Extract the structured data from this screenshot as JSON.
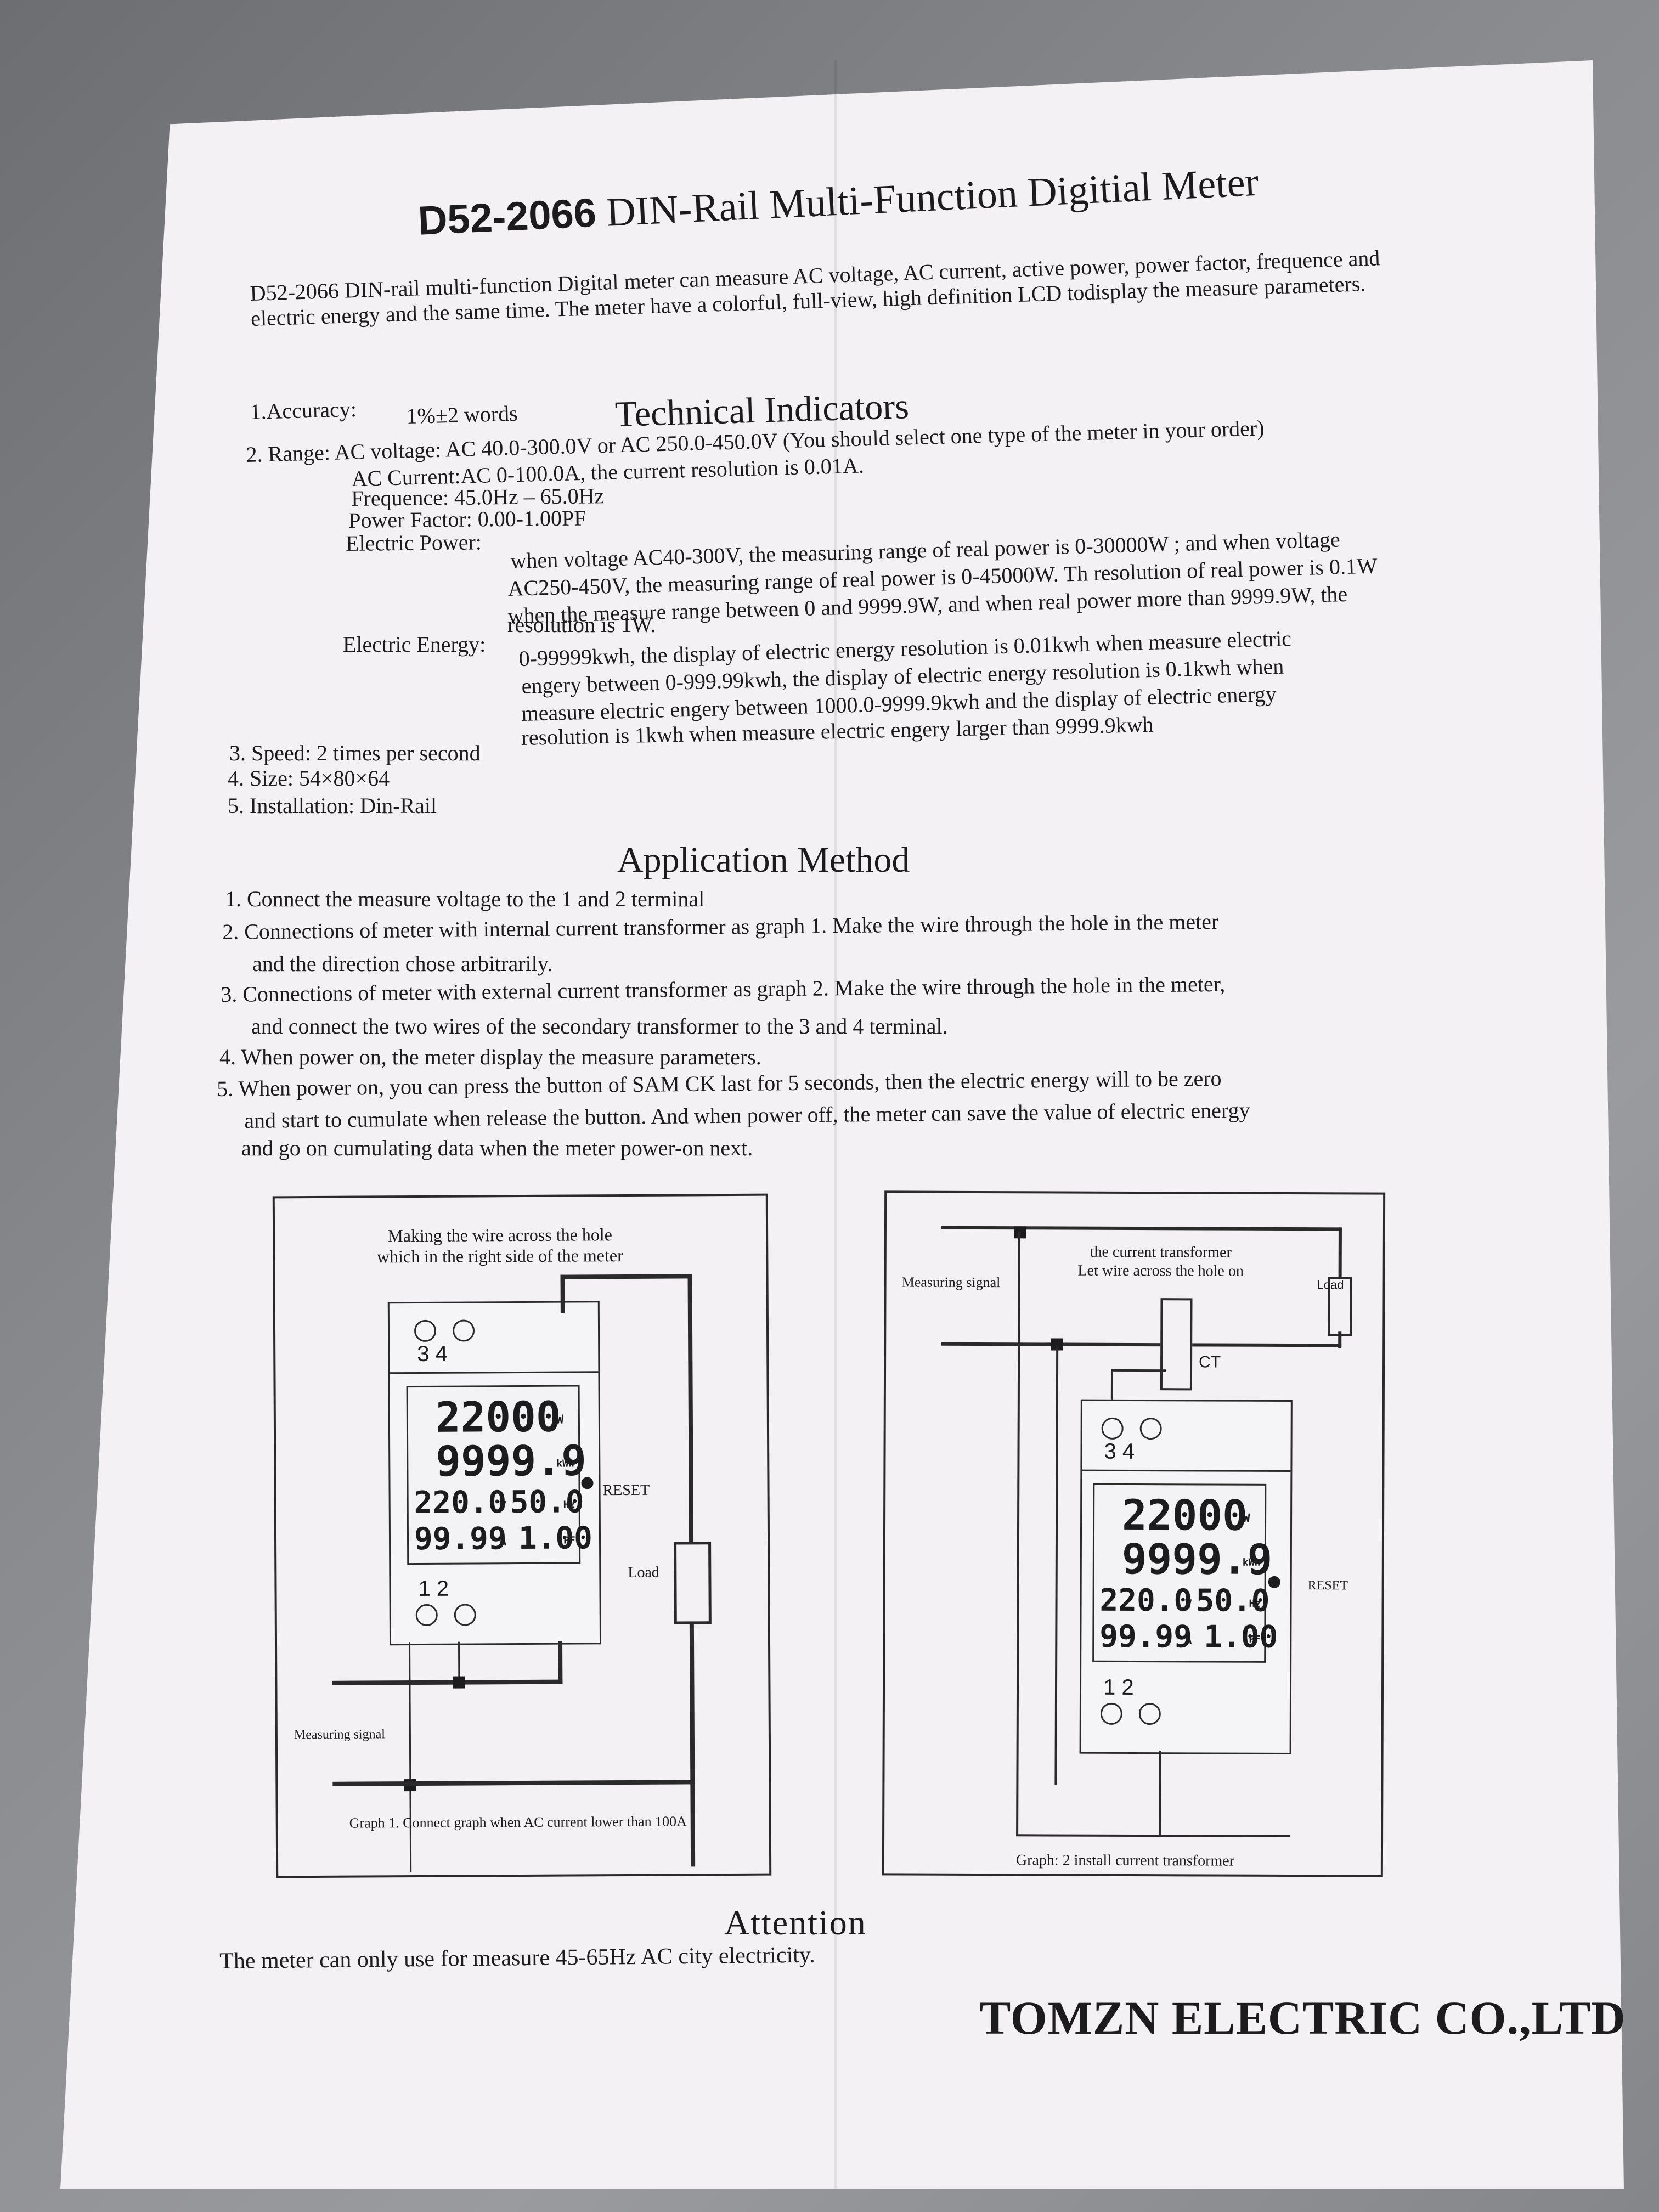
{
  "doc": {
    "title_model": "D52-2066",
    "title_rest": " DIN-Rail Multi-Function Digitial Meter",
    "intro": "D52-2066 DIN-rail multi-function Digital meter can measure AC voltage, AC current, active power, power factor, frequence and electric energy and the same time. The meter have a colorful, full-view, high definition LCD todisplay the measure parameters.",
    "tech_heading": "Technical Indicators",
    "accuracy_label": "1.Accuracy:",
    "accuracy_value": "1%±2 words",
    "range_line": "2. Range: AC voltage: AC 40.0-300.0V or AC 250.0-450.0V (You should select one type of the meter in your order)",
    "ac_current": "AC Current:AC 0-100.0A, the current resolution is 0.01A.",
    "frequence": "Frequence: 45.0Hz – 65.0Hz",
    "power_factor": "Power Factor: 0.00-1.00PF",
    "electric_power_label": "Electric Power:",
    "electric_power_lines": [
      "when voltage AC40-300V, the measuring range of real power is 0-30000W ; and when voltage",
      "AC250-450V, the measuring range of real power is 0-45000W.  Th resolution of real power is 0.1W",
      "when the measure range between 0 and 9999.9W, and when real power more than 9999.9W, the",
      "resolution is 1W."
    ],
    "electric_energy_label": "Electric Energy:",
    "electric_energy_lines": [
      "0-99999kwh, the display of electric energy resolution is 0.01kwh when measure electric",
      "engery between 0-999.99kwh, the display of electric energy resolution is 0.1kwh when",
      "measure electric engery between 1000.0-9999.9kwh and the display of electric energy",
      "resolution is 1kwh when measure electric engery larger than 9999.9kwh"
    ],
    "speed": "3. Speed: 2 times per second",
    "size": "4. Size: 54×80×64",
    "installation": "5. Installation: Din-Rail",
    "app_heading": "Application Method",
    "app_items": [
      "1. Connect the measure voltage to the 1 and 2 terminal",
      "2. Connections of meter with internal current transformer as graph 1. Make the wire through the hole in the meter",
      "and the direction chose arbitrarily.",
      "3. Connections of meter with external current transformer as graph 2. Make the wire through the hole in the meter,",
      "and connect the two wires of the secondary transformer to the 3 and 4 terminal.",
      "4. When power on, the meter display the measure parameters.",
      "5. When power on, you can press the button of SAM CK last for 5 seconds, then the electric energy will to be zero",
      "and start to cumulate when release the button. And when power off, the meter can save the value of electric energy",
      "and go on cumulating data when the meter power-on next."
    ],
    "attention_heading": "Attention",
    "attention_text": "The meter can only use for measure 45-65Hz AC city electricity.",
    "company": "TOMZN ELECTRIC CO.,LTD"
  },
  "fig1": {
    "note_line1": "Making the wire across the hole",
    "note_line2": "which in the right side of the meter",
    "term_top": "3   4",
    "term_bottom": "1   2",
    "lcd_power": "22000",
    "lcd_power_unit": "W",
    "lcd_energy": "9999.9",
    "lcd_energy_unit": "kWh",
    "lcd_voltage": "220.0",
    "lcd_v_unit": "V",
    "lcd_freq": "50.0",
    "lcd_hz_unit": "Hz",
    "lcd_current": "99.99",
    "lcd_a_unit": "A",
    "lcd_pf": "1.00",
    "lcd_pf_unit": "PF",
    "reset": "RESET",
    "load": "Load",
    "measuring_signal": "Measuring signal",
    "caption": "Graph 1. Connect graph when AC current lower than 100A"
  },
  "fig2": {
    "measuring_signal": "Measuring signal",
    "ct_note_line1": "the current transformer",
    "ct_note_line2": "Let wire across the hole on",
    "load": "Load",
    "ct": "CT",
    "term_top": "3   4",
    "term_bottom": "1   2",
    "lcd_power": "22000",
    "lcd_power_unit": "W",
    "lcd_energy": "9999.9",
    "lcd_energy_unit": "kWh",
    "lcd_voltage": "220.0",
    "lcd_v_unit": "V",
    "lcd_freq": "50.0",
    "lcd_hz_unit": "Hz",
    "lcd_current": "99.99",
    "lcd_a_unit": "A",
    "lcd_pf": "1.00",
    "lcd_pf_unit": "PF",
    "reset": "RESET",
    "caption": "Graph: 2 install current transformer"
  }
}
